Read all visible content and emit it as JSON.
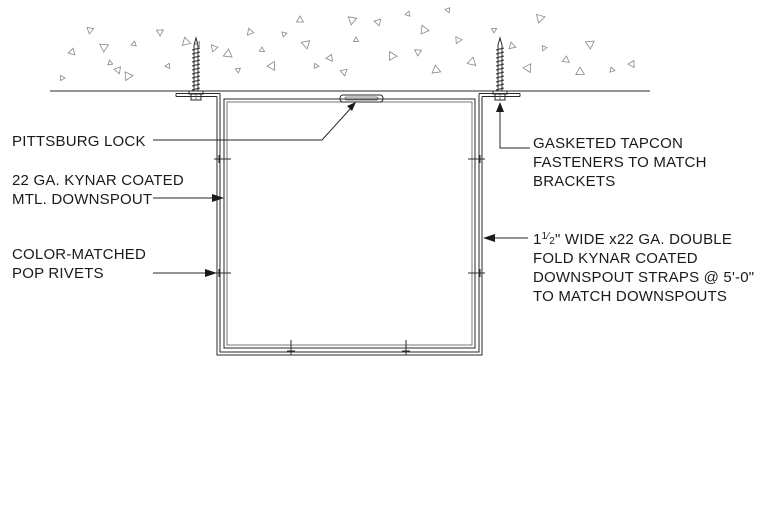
{
  "diagram": {
    "callouts": {
      "pittsburg_lock": "PITTSBURG LOCK",
      "tapcon": [
        "GASKETED TAPCON",
        "FASTENERS TO MATCH",
        "BRACKETS"
      ],
      "downspout": [
        "22 GA. KYNAR COATED",
        "MTL. DOWNSPOUT"
      ],
      "rivets": [
        "COLOR-MATCHED",
        "POP RIVETS"
      ],
      "straps": {
        "width_whole": "1",
        "width_frac_num": "1",
        "width_frac_den": "2",
        "line1_rest": "\" WIDE x22 GA. DOUBLE",
        "line2": "FOLD KYNAR COATED",
        "line3": "DOWNSPOUT STRAPS @ 5'-0\"",
        "line4": "TO MATCH DOWNSPOUTS"
      }
    },
    "colors": {
      "ink": "#1a1a1a",
      "aggregate": "#888888"
    }
  }
}
